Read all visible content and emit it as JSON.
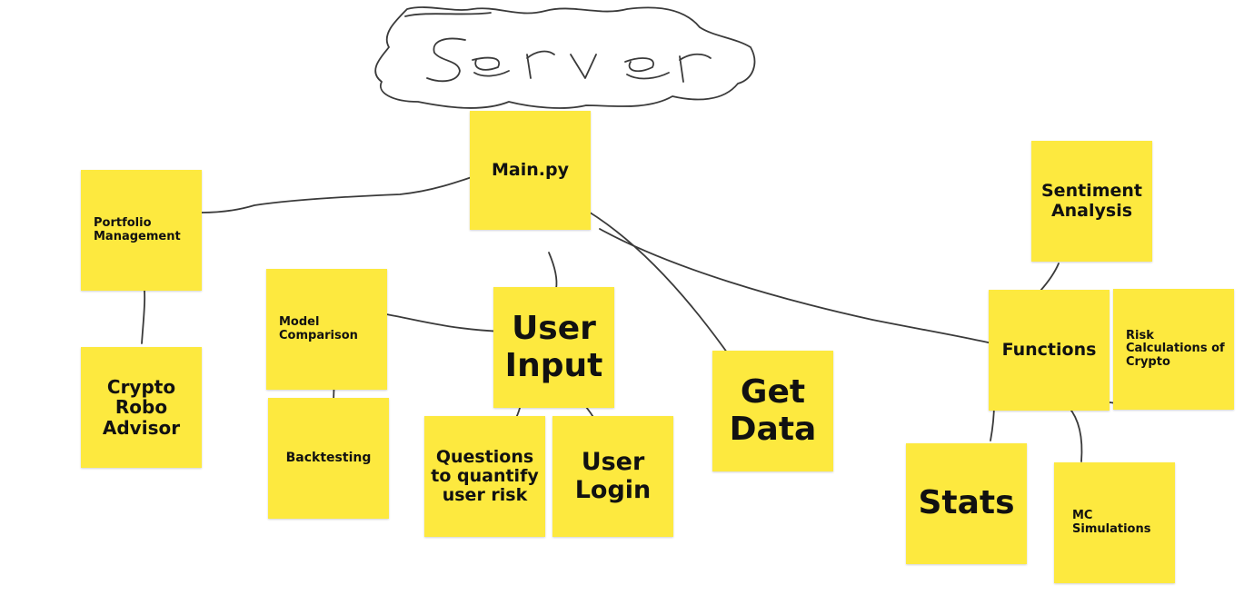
{
  "board": {
    "cloud_label": "Server",
    "notes": {
      "main": "Main.py",
      "portfolio": "Portfolio Management",
      "crypto": "Crypto Robo Advisor",
      "model": "Model Comparison",
      "backtesting": "Backtesting",
      "user_input": "User Input",
      "questions": "Questions to quantify user risk",
      "user_login": "User Login",
      "get_data": "Get Data",
      "functions": "Functions",
      "sentiment": "Sentiment Analysis",
      "risk": "Risk Calculations of Crypto",
      "stats": "Stats",
      "mc": "MC Simulations"
    },
    "colors": {
      "sticky": "#fde93f",
      "ink": "#3a3a3a"
    }
  }
}
